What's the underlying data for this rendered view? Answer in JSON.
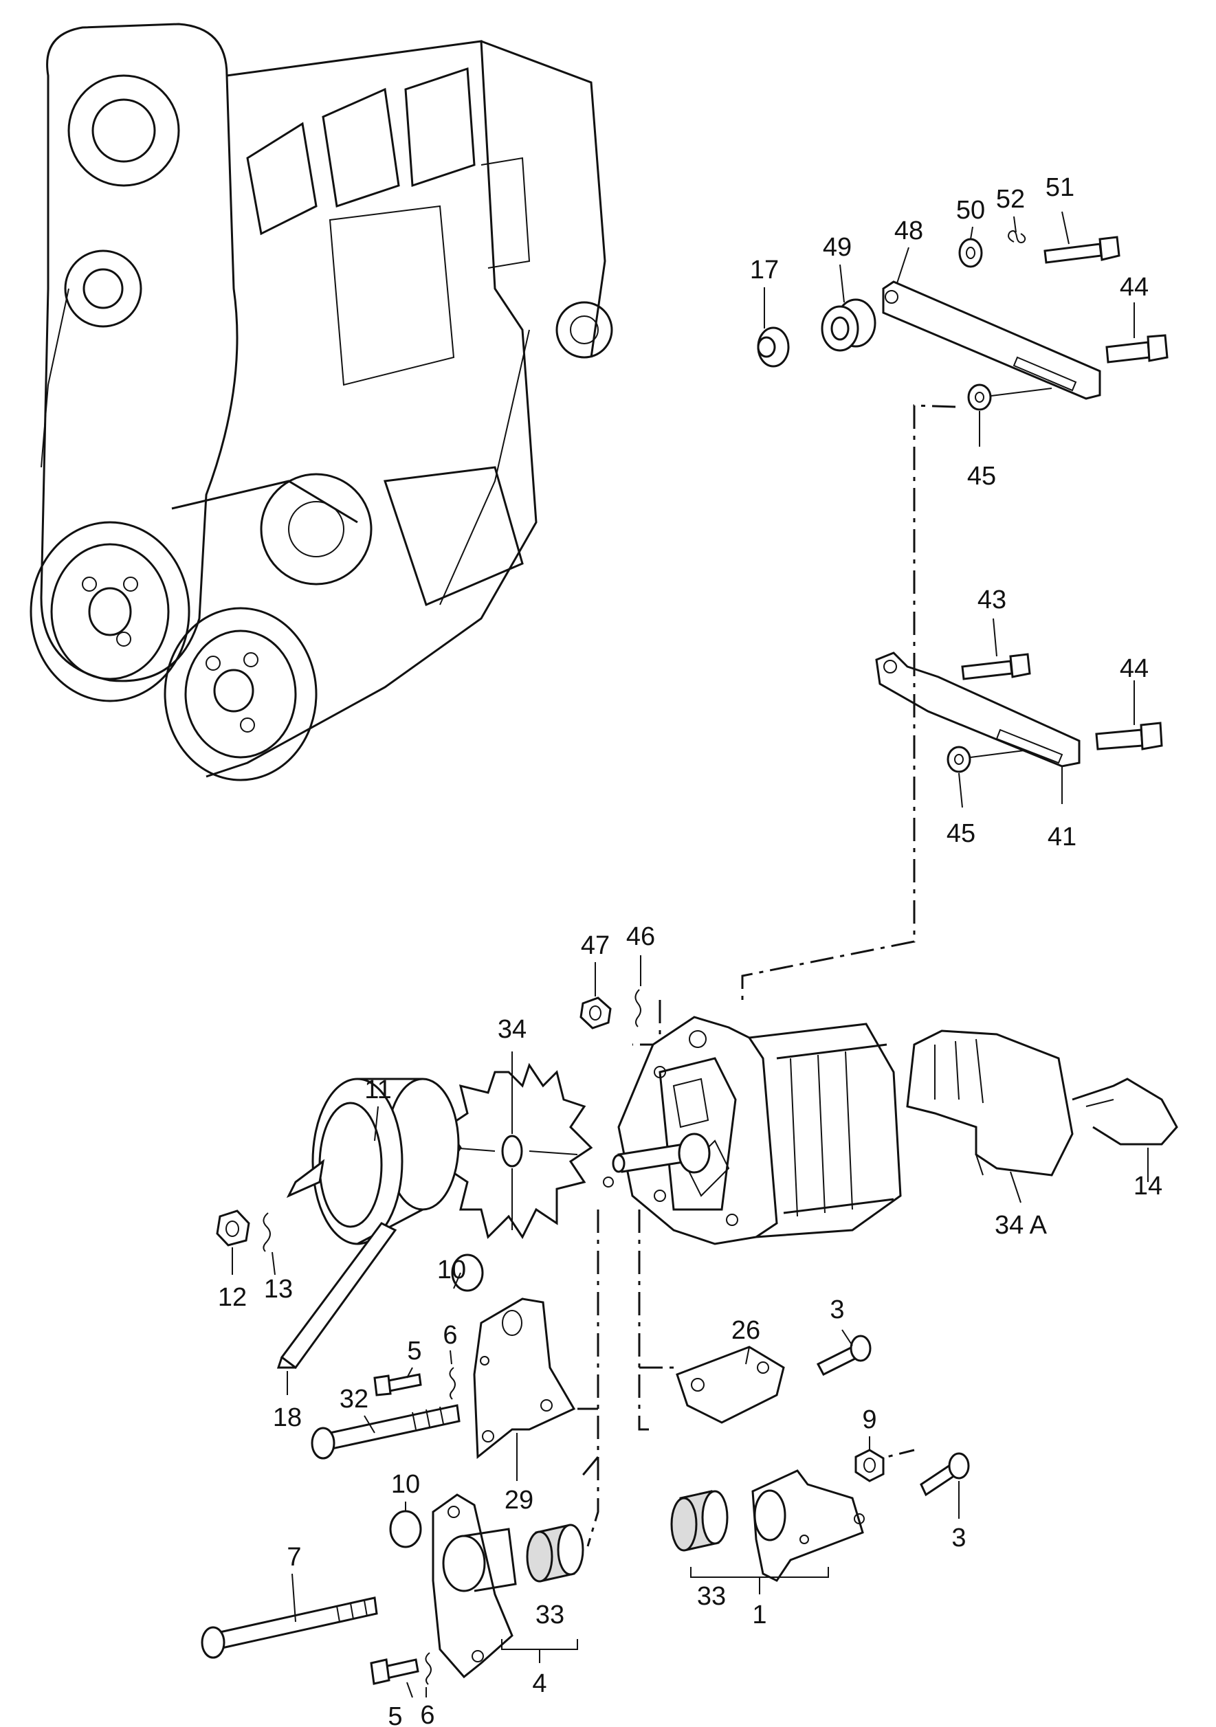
{
  "callouts": [
    {
      "id": "17",
      "text": "17"
    },
    {
      "id": "49",
      "text": "49"
    },
    {
      "id": "48",
      "text": "48"
    },
    {
      "id": "50",
      "text": "50"
    },
    {
      "id": "52",
      "text": "52"
    },
    {
      "id": "51",
      "text": "51"
    },
    {
      "id": "44a",
      "text": "44"
    },
    {
      "id": "45a",
      "text": "45"
    },
    {
      "id": "43",
      "text": "43"
    },
    {
      "id": "44b",
      "text": "44"
    },
    {
      "id": "45b",
      "text": "45"
    },
    {
      "id": "41",
      "text": "41"
    },
    {
      "id": "47",
      "text": "47"
    },
    {
      "id": "46",
      "text": "46"
    },
    {
      "id": "34",
      "text": "34"
    },
    {
      "id": "11",
      "text": "11"
    },
    {
      "id": "14",
      "text": "14"
    },
    {
      "id": "34A",
      "text": "34 A"
    },
    {
      "id": "12",
      "text": "12"
    },
    {
      "id": "13",
      "text": "13"
    },
    {
      "id": "10a",
      "text": "10"
    },
    {
      "id": "3a",
      "text": "3"
    },
    {
      "id": "26",
      "text": "26"
    },
    {
      "id": "5a",
      "text": "5"
    },
    {
      "id": "6a",
      "text": "6"
    },
    {
      "id": "32",
      "text": "32"
    },
    {
      "id": "18",
      "text": "18"
    },
    {
      "id": "29",
      "text": "29"
    },
    {
      "id": "9",
      "text": "9"
    },
    {
      "id": "3b",
      "text": "3"
    },
    {
      "id": "10b",
      "text": "10"
    },
    {
      "id": "7",
      "text": "7"
    },
    {
      "id": "33a",
      "text": "33"
    },
    {
      "id": "33b",
      "text": "33"
    },
    {
      "id": "1",
      "text": "1"
    },
    {
      "id": "4",
      "text": "4"
    },
    {
      "id": "5b",
      "text": "5"
    },
    {
      "id": "6b",
      "text": "6"
    }
  ]
}
